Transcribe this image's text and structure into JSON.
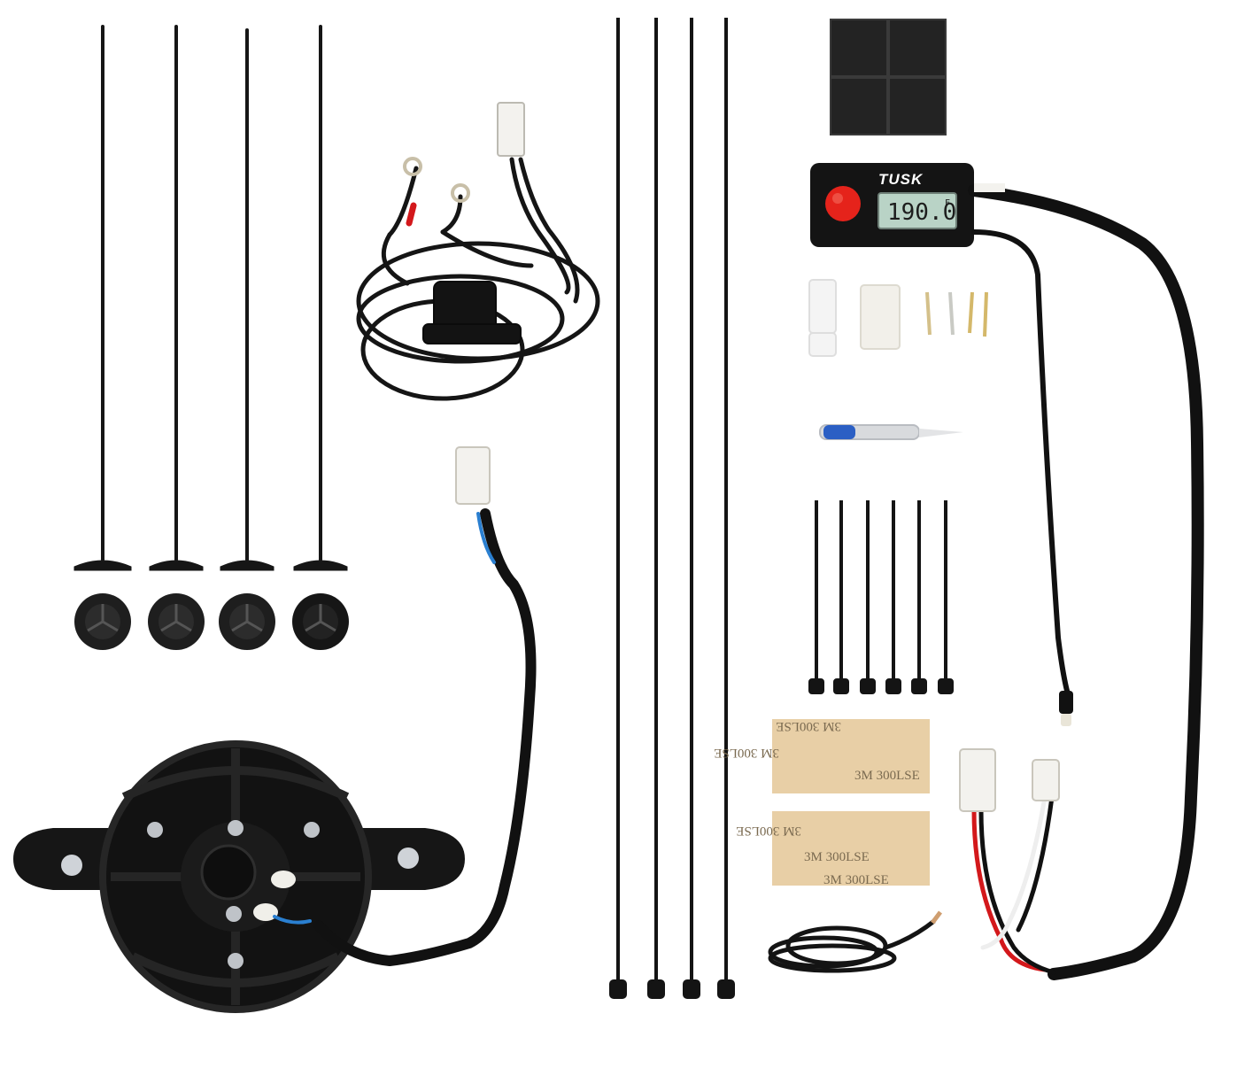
{
  "product_photo": {
    "gauge": {
      "brand": "TUSK",
      "display_value": "190.0",
      "display_unit": "F",
      "button_color": "#e5231b",
      "lcd_color": "#b9d3c6"
    },
    "tape_label": "3M 300LSE",
    "colors": {
      "black": "#141414",
      "red_wire": "#d3181b",
      "blue_wire": "#2a7fd0",
      "connector": "#f3f2ee",
      "tape_backing": "#e8cfa6",
      "foam": "#232323"
    }
  }
}
